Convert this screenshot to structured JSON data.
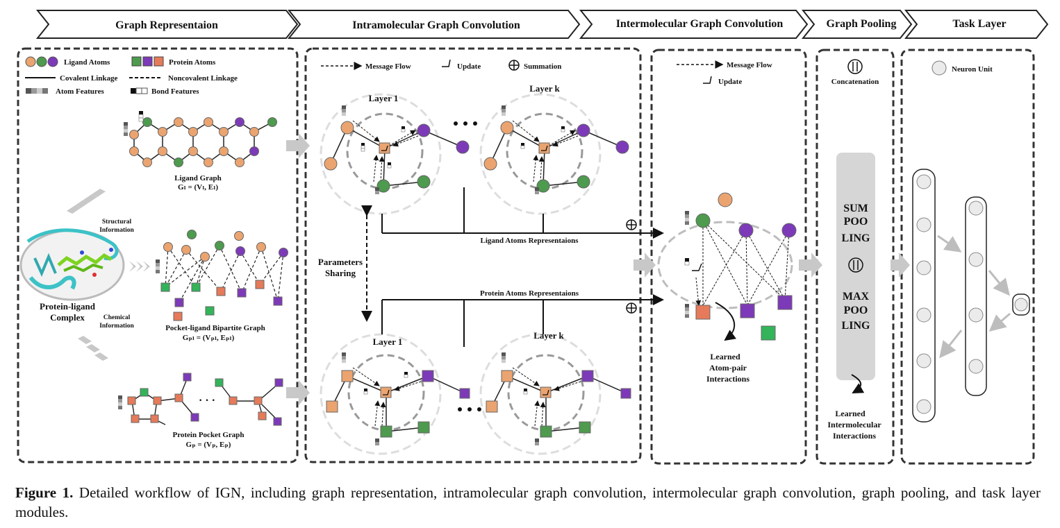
{
  "header": {
    "steps": [
      "Graph Representaion",
      "Intramolecular Graph Convolution",
      "Intermolecular Graph Convolution",
      "Graph Pooling",
      "Task Layer"
    ]
  },
  "legend": {
    "ligand_atoms": "Ligand Atoms",
    "protein_atoms": "Protein Atoms",
    "covalent": "Covalent Linkage",
    "noncovalent": "Noncovalent Linkage",
    "atom_features": "Atom Features",
    "bond_features": "Bond Features"
  },
  "graph_rep": {
    "ligand_graph": "Ligand Graph",
    "ligand_formula": "Gₗ = (Vₗ, Eₗ)",
    "structural": [
      "Structural",
      "Information"
    ],
    "chemical": [
      "Chemical",
      "Information"
    ],
    "complex": [
      "Protein-ligand",
      "Complex"
    ],
    "bipartite": "Pocket-ligand Bipartite Graph",
    "bipartite_formula": "Gₚₗ = (Vₚₗ, Eₚₗ)",
    "pocket": "Protein Pocket Graph",
    "pocket_formula": "Gₚ = (Vₚ, Eₚ)",
    "ellipsis": "· · ·"
  },
  "intra": {
    "legend_message": "Message  Flow",
    "legend_update": "Update",
    "legend_sum": "Summation",
    "layer1": "Layer 1",
    "layerk": "Layer k",
    "params": [
      "Parameters",
      "Sharing"
    ],
    "ligand_repr": "Ligand Atoms Representaions",
    "protein_repr": "Protein Atoms Representaions"
  },
  "inter": {
    "legend_message": "Message  Flow",
    "legend_update": "Update",
    "learned": [
      "Learned",
      "Atom-pair",
      "Interactions"
    ]
  },
  "pooling": {
    "concat": "Concatenation",
    "sum": [
      "SUM",
      "POO",
      "LING"
    ],
    "max": [
      "MAX",
      "POO",
      "LING"
    ],
    "learned": [
      "Learned",
      "Intermolecular",
      "Interactions"
    ]
  },
  "task": {
    "neuron": "Neuron Unit"
  },
  "colors": {
    "orange": "#EBA470",
    "green": "#4E9A4E",
    "purple": "#7D3AB8",
    "bright_green": "#33B45A",
    "salmon": "#E57B5A",
    "gray_arrow": "#C8C8C8"
  },
  "caption": {
    "label": "Figure 1.",
    "text": "Detailed workflow of IGN, including graph representation, intramolecular graph convolution, intermolecular graph convolution, graph pooling, and task layer modules."
  }
}
